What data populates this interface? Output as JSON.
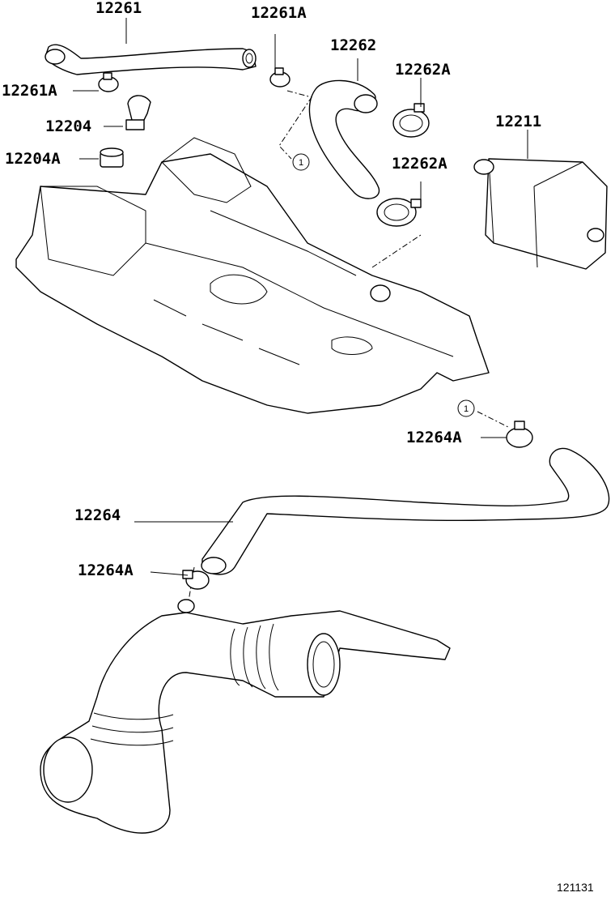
{
  "labels": {
    "p12261": "12261",
    "p12261a_top": "12261A",
    "p12261a_left": "12261A",
    "p12262": "12262",
    "p12262a_top": "12262A",
    "p12262a_mid": "12262A",
    "p12204": "12204",
    "p12204a": "12204A",
    "p12211": "12211",
    "p12264a_right": "12264A",
    "p12264": "12264",
    "p12264a_left": "12264A"
  },
  "refs": {
    "ref_upper": "1",
    "ref_lower": "1"
  },
  "figure_code": "121131"
}
